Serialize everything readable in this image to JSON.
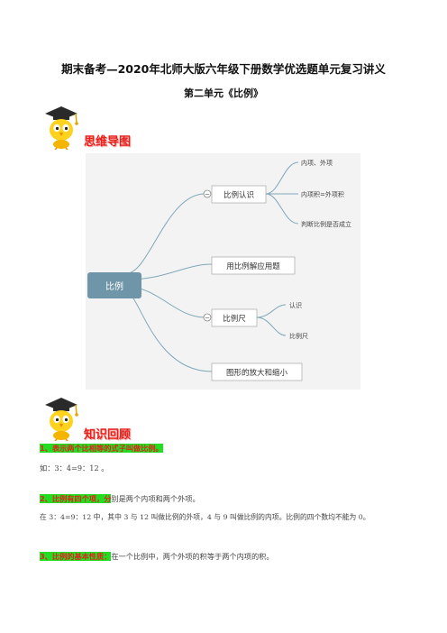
{
  "document": {
    "title": "期末备考—2020年北师大版六年级下册数学优选题单元复习讲义",
    "subtitle": "第二单元《比例》"
  },
  "sections": {
    "mindmap_heading": "思维导图",
    "review_heading": "知识回顾"
  },
  "mindmap": {
    "root": "比例",
    "branch1": "比例认识",
    "branch1_leaves": [
      "内项、外项",
      "内项积=外项积",
      "判断比例是否成立"
    ],
    "branch2": "用比例解应用题",
    "branch3": "比例尺",
    "branch3_leaves": [
      "认识",
      "比例尺"
    ],
    "branch4": "图形的放大和缩小",
    "collapse_symbol": "−"
  },
  "points": {
    "p1_highlight": "1、表示两个比相等的式子叫做比例。",
    "p1_example": "如：3：4=9：12 。",
    "p2_highlight": "2、比例有四个项，分",
    "p2_rest": "别是两个内项和两个外项。",
    "p2_detail": "在 3：4=9：12 中，其中 3 与 12 叫做比例的外项，4 与 9 叫做比例的内项。比例的四个数均不能为 0。",
    "p3_highlight": "3、比例的基本性质：",
    "p3_rest": "在一个比例中，两个外项的积等于两个内项的积。"
  }
}
